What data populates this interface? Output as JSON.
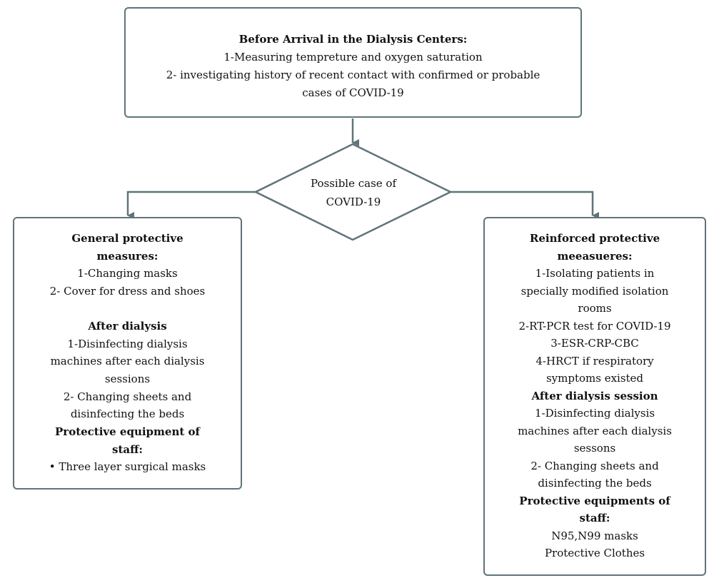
{
  "top_box": {
    "title": "Before Arrival in the Dialysis Centers:",
    "lines": [
      "1-Measuring tempreture and oxygen saturation",
      "2- investigating history of recent contact with confirmed or probable",
      "cases of COVID-19"
    ]
  },
  "decision": {
    "lines": [
      "Possible case of",
      "COVID-19"
    ]
  },
  "left_box": {
    "title_lines": [
      "General protective",
      "measures:"
    ],
    "items": [
      "1-Changing masks",
      "2- Cover for dress and shoes"
    ],
    "after_title": "After dialysis",
    "after_items": [
      "1-Disinfecting dialysis",
      "machines after each dialysis",
      "sessions",
      "2- Changing sheets and",
      "disinfecting the beds"
    ],
    "equipment_title_lines": [
      "Protective equipment of",
      "staff:"
    ],
    "equipment_items": [
      "• Three layer surgical masks"
    ]
  },
  "right_box": {
    "title_lines": [
      "Reinforced protective",
      "meeasueres:"
    ],
    "items": [
      "1-Isolating patients in",
      "specially modified isolation",
      "rooms",
      "2-RT-PCR test for COVID-19",
      "3-ESR-CRP-CBC",
      "4-HRCT if respiratory",
      "symptoms existed"
    ],
    "after_title": "After dialysis session",
    "after_items": [
      "1-Disinfecting dialysis",
      "machines after each dialysis",
      "sessons",
      "2- Changing sheets and",
      "disinfecting the beds"
    ],
    "equipment_title_lines": [
      "Protective equipments of",
      "staff:"
    ],
    "equipment_items": [
      "N95,N99 masks",
      "Protective Clothes"
    ]
  },
  "colors": {
    "border": "#5f7479",
    "text": "#111111"
  }
}
